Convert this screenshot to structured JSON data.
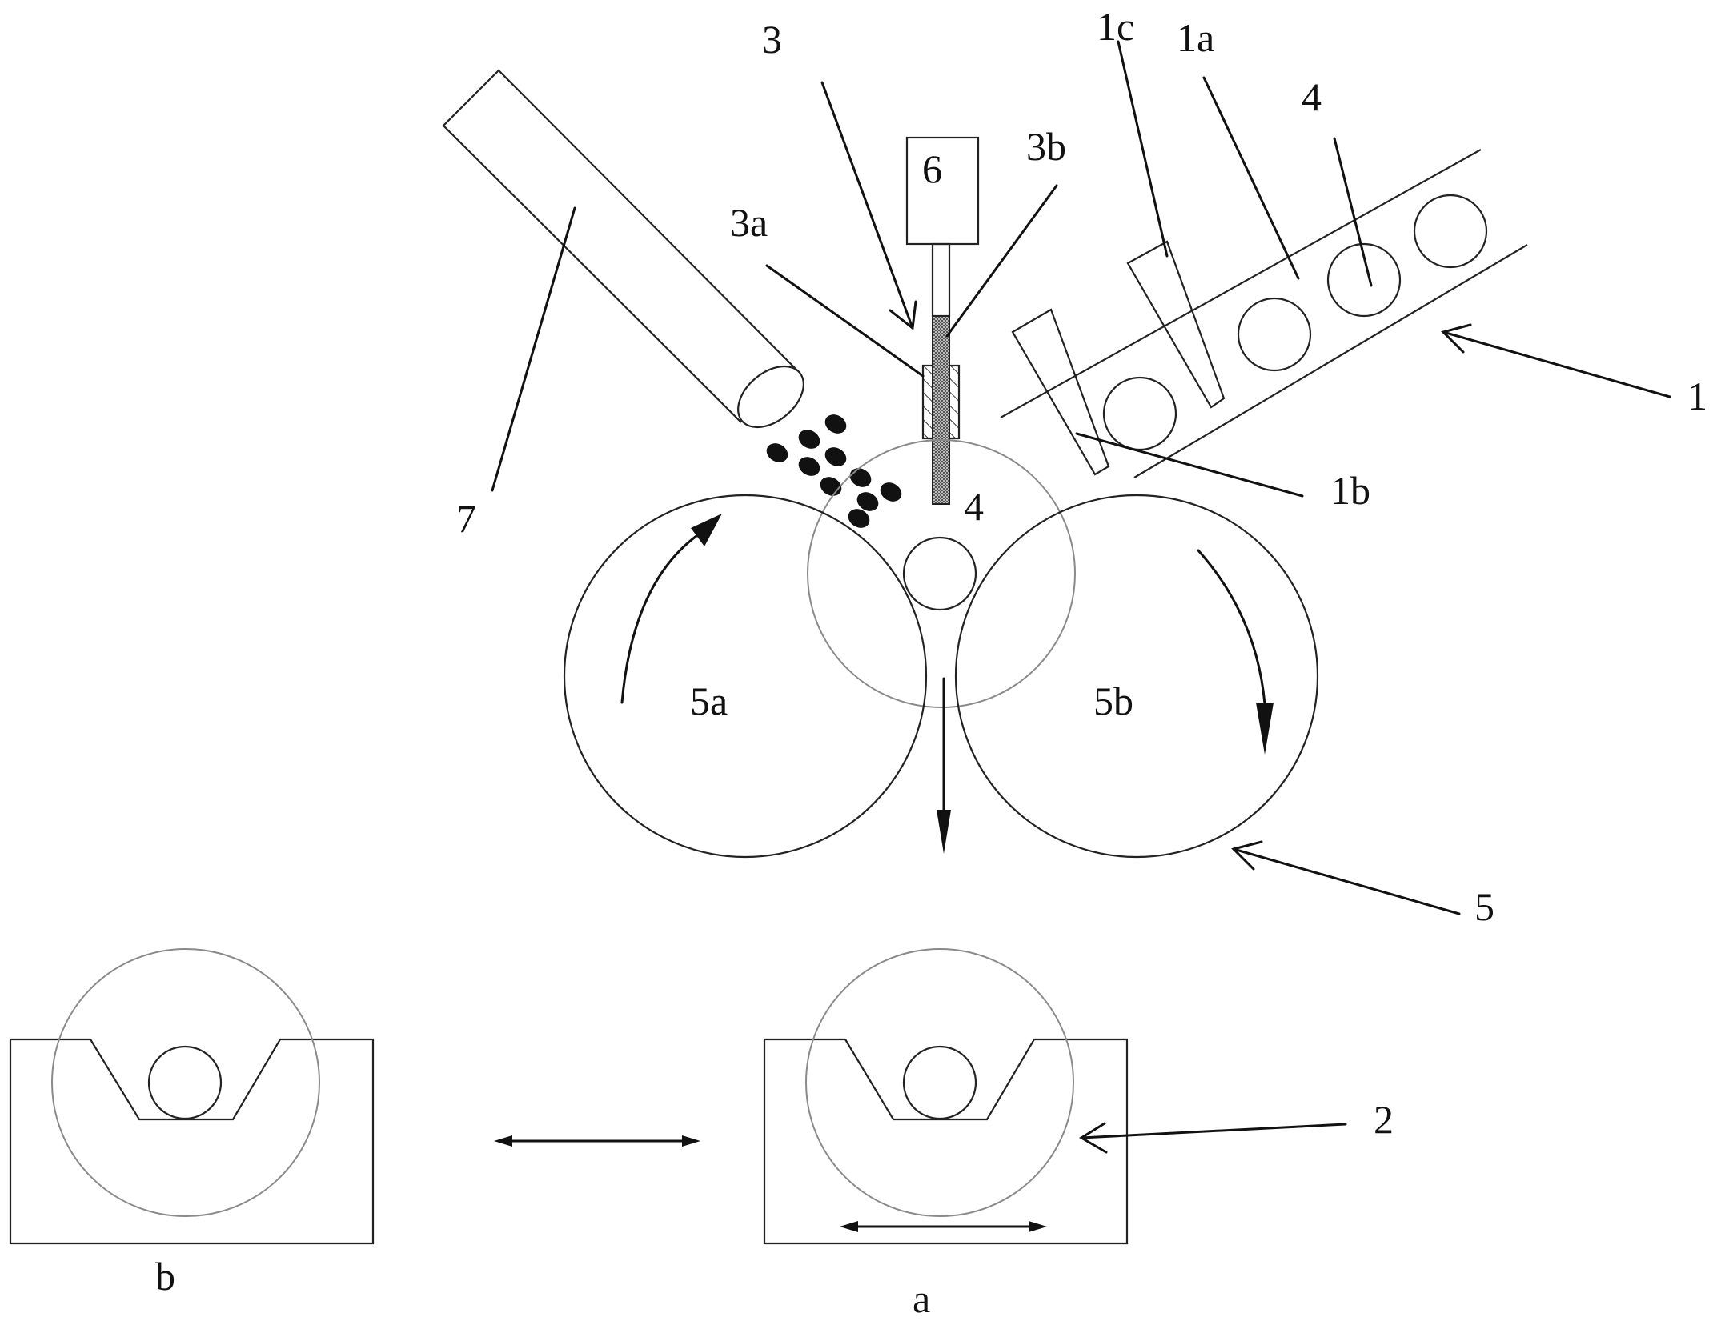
{
  "figure": {
    "description": "Schematic of roller-based processing apparatus with feeding conveyor, dropping device and fixture positions",
    "labels": {
      "conveyor": "1",
      "conveyor_rail": "1a",
      "stopper_lower": "1b",
      "stopper_upper": "1c",
      "fixture": "2",
      "dropping_device": "3",
      "sleeve": "3a",
      "rod": "3b",
      "workpiece_conveyor": "4",
      "workpiece_center": "4",
      "roller_set": "5",
      "roller_left": "5a",
      "roller_right": "5b",
      "actuator": "6",
      "nozzle": "7",
      "position_a": "a",
      "position_b": "b"
    },
    "colors": {
      "line": "#111111",
      "guide_circle": "#8a8a8a",
      "rod_fill": "#9a9a9a",
      "background": "#ffffff"
    }
  }
}
